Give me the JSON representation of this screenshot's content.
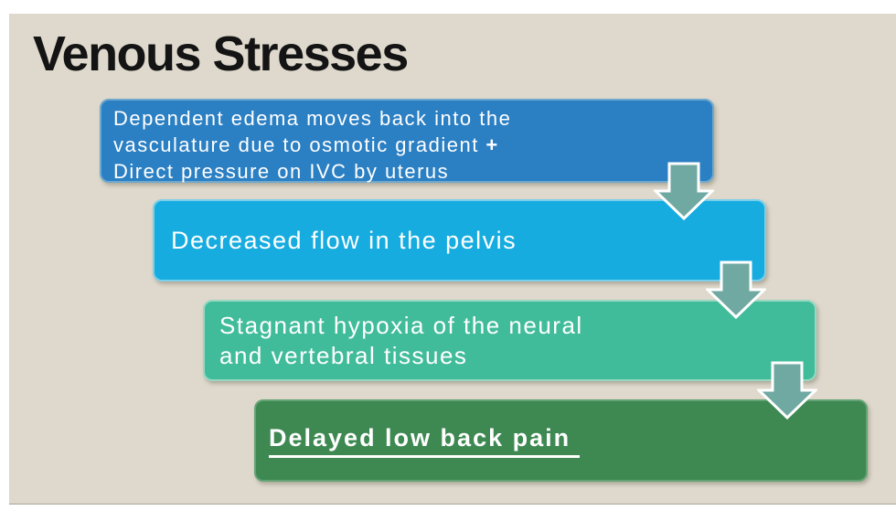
{
  "slide": {
    "title": "Venous Stresses",
    "colors": {
      "background": "#ded9cc",
      "frame": "#ffffff",
      "title_text": "#141414",
      "arrow_fill": "#6fa9a2",
      "arrow_outline": "#ffffff",
      "box_text": "#ffffff"
    },
    "flow": {
      "step1": {
        "line1": "Dependent edema moves back into the",
        "line2": "vasculature due to osmotic gradient ",
        "line2_plus": "+",
        "line3": "Direct pressure on IVC by uterus",
        "fill": "#2b7fc3",
        "border": "#6fa8ce"
      },
      "step2": {
        "text": "Decreased flow in the pelvis",
        "fill": "#17ace0",
        "border": "#7bcfea"
      },
      "step3": {
        "line1": "Stagnant hypoxia of the neural",
        "line2": "and vertebral tissues",
        "fill": "#41bc9b",
        "border": "#98d8c2"
      },
      "step4": {
        "text": "Delayed low back pain",
        "fill": "#3e8952",
        "border": "#64a474"
      }
    }
  }
}
